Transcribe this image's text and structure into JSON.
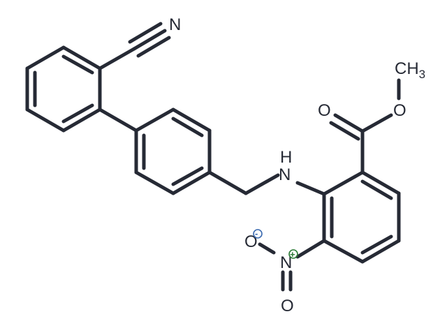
{
  "molecule": {
    "atoms": {
      "nitrile_n": "N",
      "amine_n": "N",
      "amine_h": "H",
      "nitro_n": "N",
      "nitro_o_single": "O",
      "nitro_o_double": "O",
      "carbonyl_o": "O",
      "ester_o": "O",
      "methyl_c": "CH",
      "methyl_sub": "3"
    },
    "charges": {
      "positive": "+",
      "negative": "-"
    },
    "colors": {
      "bond": "#262a35",
      "positive_charge": "#2a7a35",
      "negative_charge": "#3a6ab0",
      "background": "#ffffff"
    }
  }
}
